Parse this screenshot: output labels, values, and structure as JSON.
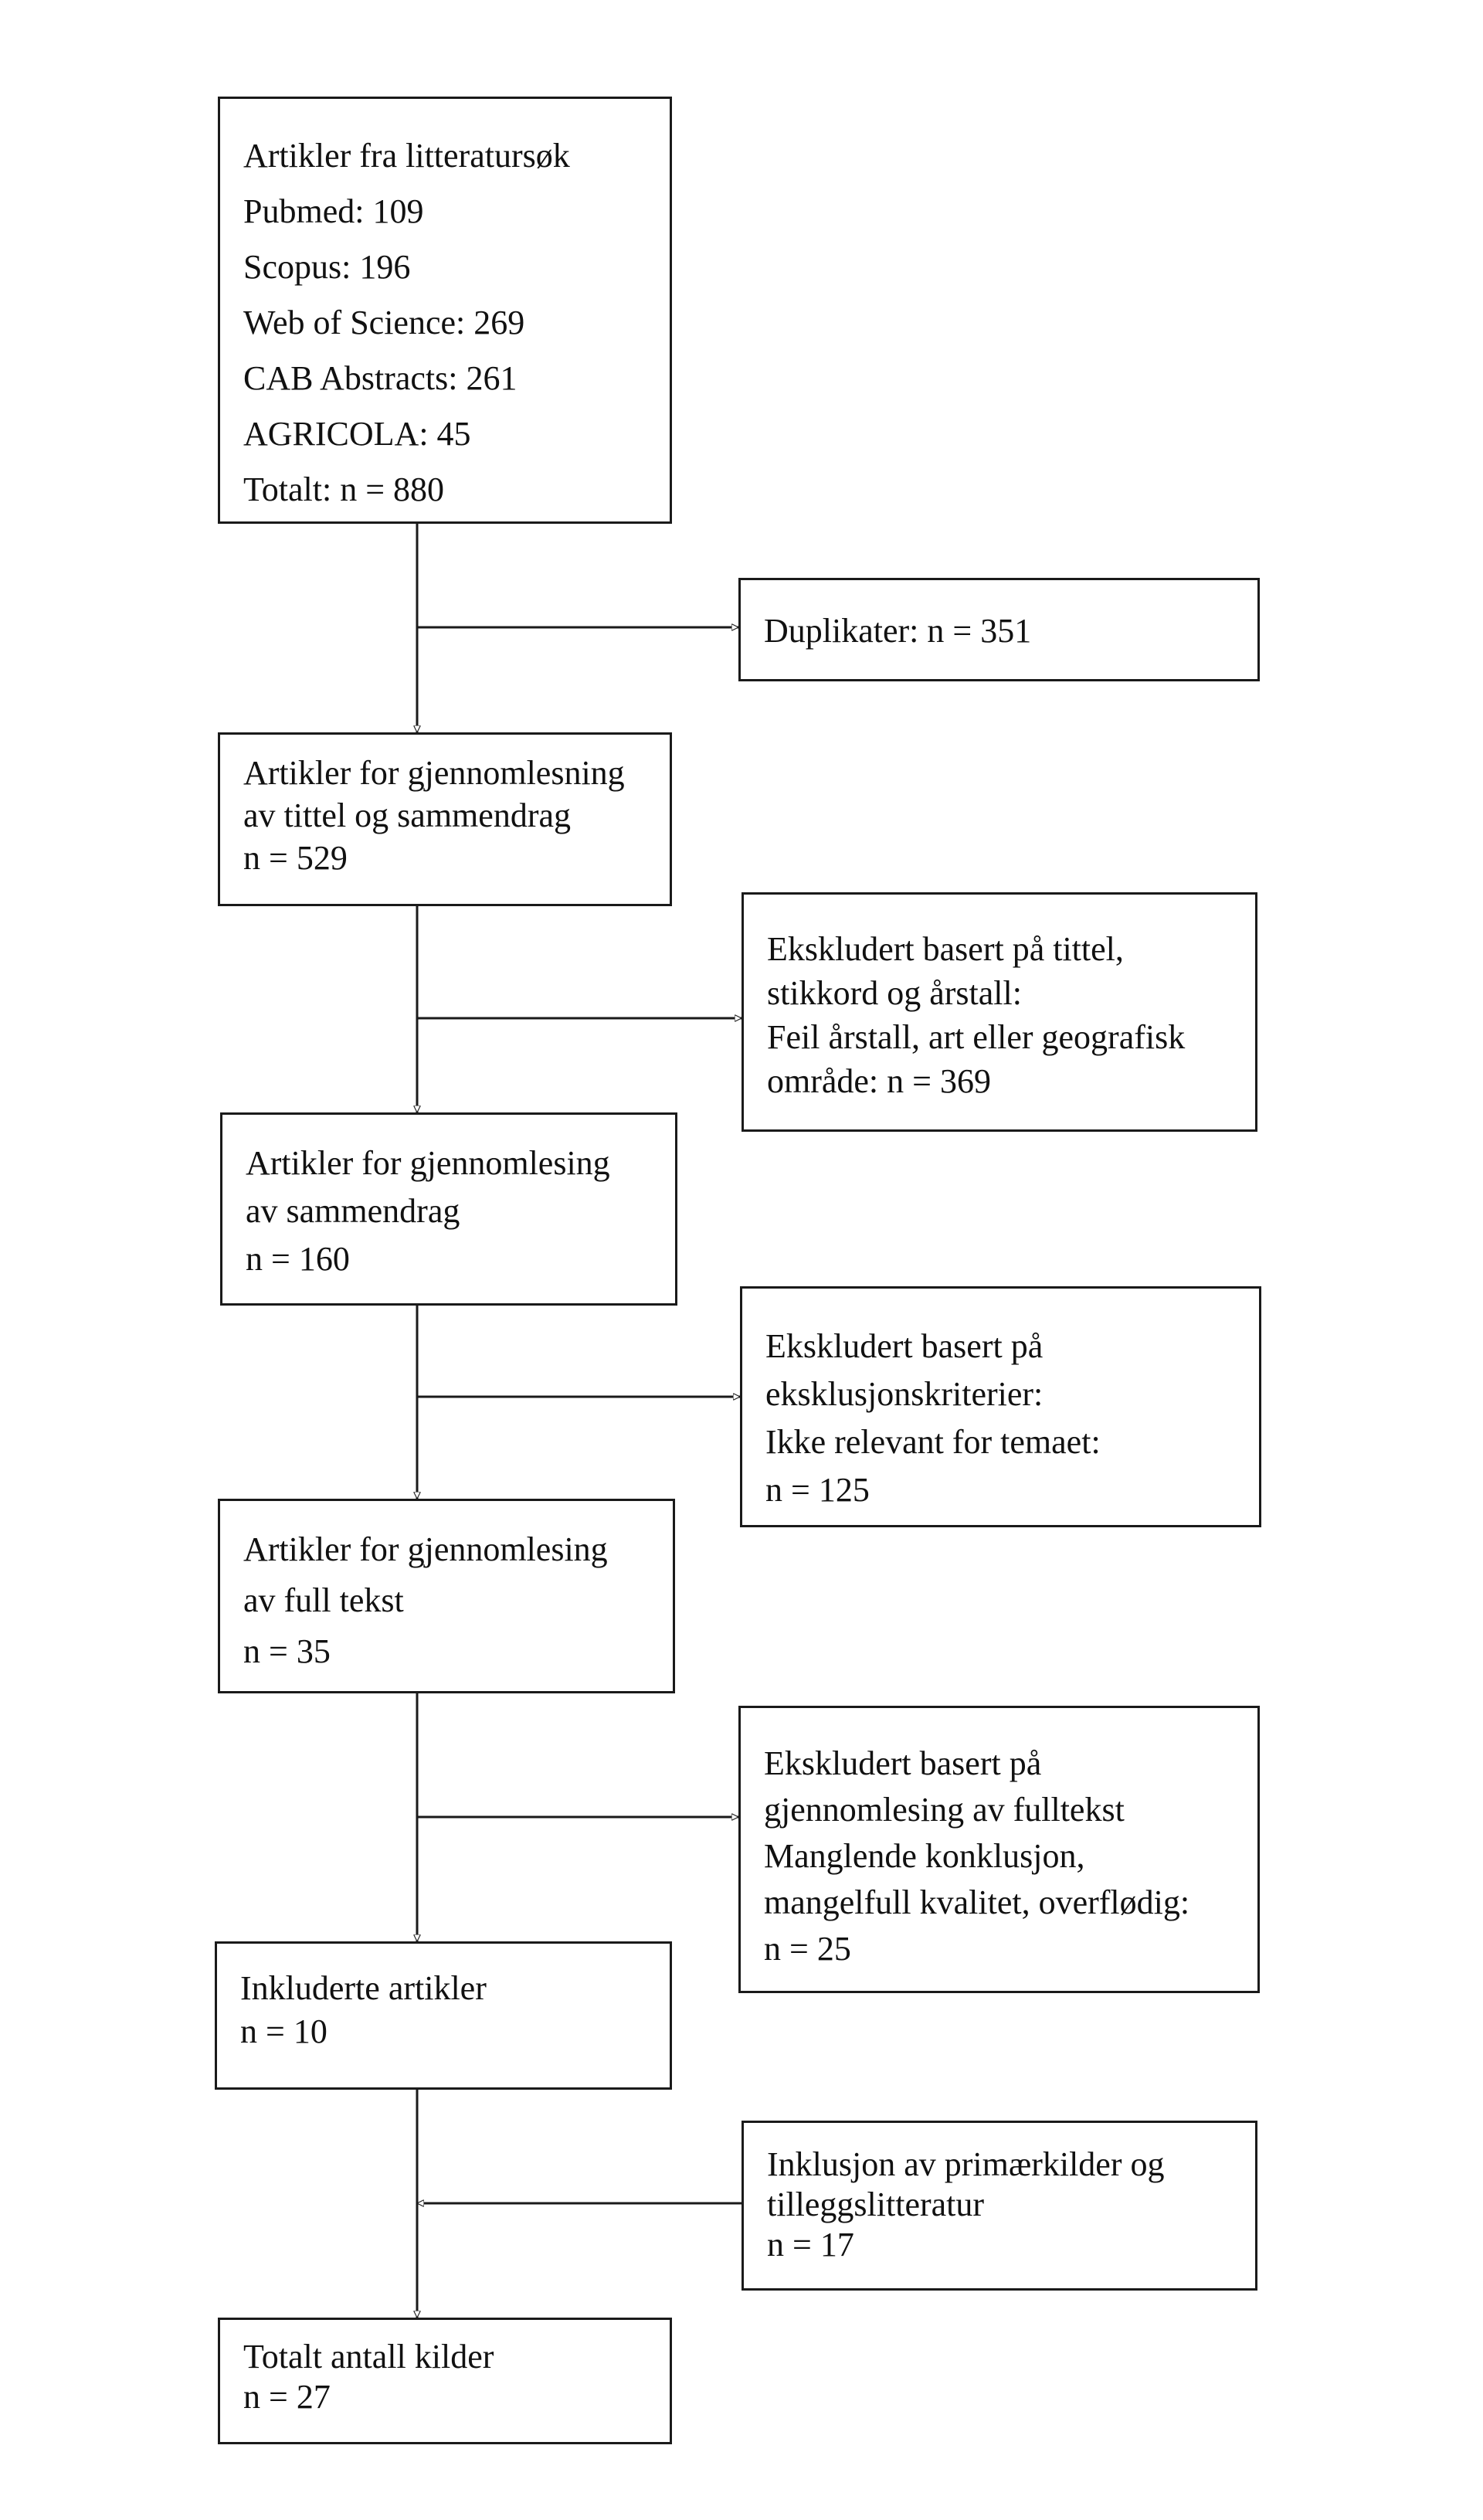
{
  "boxes": {
    "sources": {
      "lines": [
        "Artikler fra litteratursøk",
        "Pubmed: 109",
        "Scopus: 196",
        "Web of Science: 269",
        "CAB Abstracts: 261",
        "AGRICOLA: 45",
        "Totalt: n = 880"
      ]
    },
    "duplicates": {
      "lines": [
        "Duplikater: n = 351"
      ]
    },
    "screen_title": {
      "lines": [
        "Artikler for gjennomlesning",
        "av tittel og sammendrag",
        "n = 529"
      ]
    },
    "excl_title": {
      "lines": [
        "Ekskludert basert på tittel,",
        "stikkord og årstall:",
        "Feil årstall, art eller geografisk",
        "område: n = 369"
      ]
    },
    "screen_abstract": {
      "lines": [
        "Artikler for gjennomlesing",
        "av sammendrag",
        "n = 160"
      ]
    },
    "excl_abstract": {
      "lines": [
        "Ekskludert basert på",
        "eksklusjonskriterier:",
        "Ikke relevant for temaet:",
        "n = 125"
      ]
    },
    "fulltext": {
      "lines": [
        "Artikler for gjennomlesing",
        "av full tekst",
        "n = 35"
      ]
    },
    "excl_fulltext": {
      "lines": [
        "Ekskludert basert på",
        "gjennomlesing av fulltekst",
        "Manglende konklusjon,",
        "mangelfull kvalitet, overflødig:",
        "n = 25"
      ]
    },
    "included": {
      "lines": [
        "Inkluderte artikler",
        "n = 10"
      ]
    },
    "added": {
      "lines": [
        "Inklusjon av primærkilder og",
        "tilleggslitteratur",
        "n = 17"
      ]
    },
    "total": {
      "lines": [
        "Totalt antall kilder",
        "n = 27"
      ]
    }
  }
}
